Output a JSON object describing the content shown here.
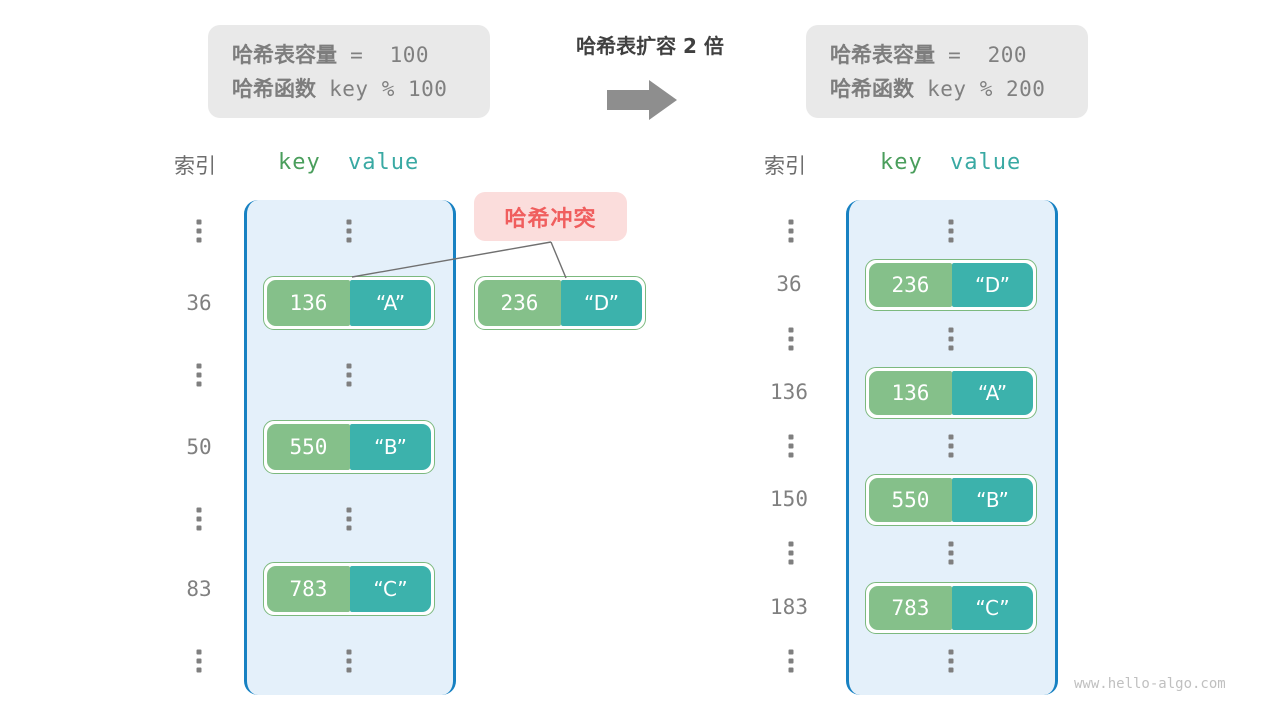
{
  "watermark": "www.hello-algo.com",
  "center": {
    "title": "哈希表扩容 2 倍",
    "arrow_icon": "right-arrow-icon"
  },
  "left_info": {
    "capacity_label": "哈希表容量",
    "capacity_expr": " =  100",
    "function_label": "哈希函数",
    "function_expr": " key % 100"
  },
  "right_info": {
    "capacity_label": "哈希表容量",
    "capacity_expr": " =  200",
    "function_label": "哈希函数",
    "function_expr": " key % 200"
  },
  "headers": {
    "index": "索引",
    "key": "key",
    "value": "value"
  },
  "collision_badge": {
    "label": "哈希冲突"
  },
  "left_table": {
    "rows": [
      {
        "type": "ellipsis",
        "index": "",
        "key": "",
        "value": ""
      },
      {
        "type": "entry",
        "index": "36",
        "key": "136",
        "value": "“A”"
      },
      {
        "type": "ellipsis",
        "index": "",
        "key": "",
        "value": ""
      },
      {
        "type": "entry",
        "index": "50",
        "key": "550",
        "value": "“B”"
      },
      {
        "type": "ellipsis",
        "index": "",
        "key": "",
        "value": ""
      },
      {
        "type": "entry",
        "index": "83",
        "key": "783",
        "value": "“C”"
      },
      {
        "type": "ellipsis",
        "index": "",
        "key": "",
        "value": ""
      }
    ]
  },
  "right_table": {
    "rows": [
      {
        "type": "ellipsis",
        "index": "",
        "key": "",
        "value": ""
      },
      {
        "type": "entry",
        "index": "36",
        "key": "236",
        "value": "“D”"
      },
      {
        "type": "ellipsis",
        "index": "",
        "key": "",
        "value": ""
      },
      {
        "type": "entry",
        "index": "136",
        "key": "136",
        "value": "“A”"
      },
      {
        "type": "ellipsis",
        "index": "",
        "key": "",
        "value": ""
      },
      {
        "type": "entry",
        "index": "150",
        "key": "550",
        "value": "“B”"
      },
      {
        "type": "ellipsis",
        "index": "",
        "key": "",
        "value": ""
      },
      {
        "type": "entry",
        "index": "183",
        "key": "783",
        "value": "“C”"
      },
      {
        "type": "ellipsis",
        "index": "",
        "key": "",
        "value": ""
      }
    ]
  },
  "overflow_entry": {
    "key": "236",
    "value": "“D”"
  },
  "colors": {
    "key_cell": "#85c08a",
    "value_cell": "#3cb2ac",
    "bucket_fill": "#e4f0fa",
    "bucket_border": "#1781c2",
    "badge_bg": "#fbdddc",
    "badge_text": "#f05e5e",
    "info_bg": "#e9e9e9",
    "connector": "#707070"
  }
}
